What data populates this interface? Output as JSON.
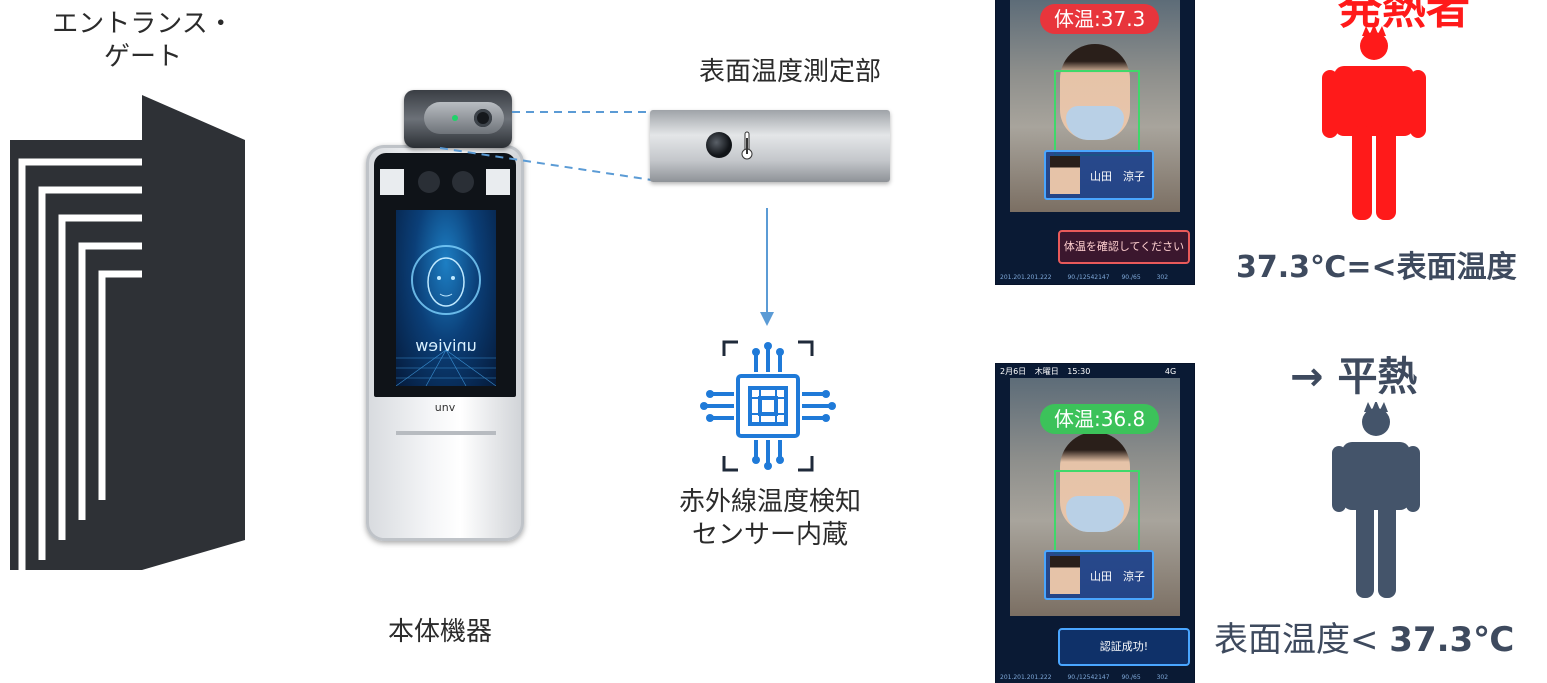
{
  "gate": {
    "label_line1": "エントランス・",
    "label_line2": "ゲート"
  },
  "device": {
    "label": "本体機器",
    "brand": "uniview",
    "bottom_logo": "unv"
  },
  "sensor": {
    "label": "表面温度測定部"
  },
  "chip": {
    "label_line1": "赤外線温度検知",
    "label_line2": "センサー内蔵"
  },
  "phone_fever": {
    "temp_label": "体温:",
    "temp_value": "37.3",
    "name": "山田　涼子",
    "message": "体温を確認してください",
    "footer_ip": "201.201.201.222",
    "footer_a": "90./12542147",
    "footer_b": "90./65",
    "footer_c": "302",
    "pill_color": "#e8353c"
  },
  "phone_normal": {
    "status_date": "2月6日",
    "status_day": "木曜日",
    "status_time": "15:30",
    "status_net": "4G",
    "temp_label": "体温:",
    "temp_value": "36.8",
    "name": "山田　涼子",
    "message": "認証成功!",
    "footer_ip": "201.201.201.222",
    "footer_a": "90./12542147",
    "footer_b": "90./65",
    "footer_c": "302",
    "pill_color": "#3cc25a"
  },
  "result_fever": {
    "heading": "発熱者",
    "condition_value": "37.3",
    "condition_rest": "℃=<表面温度",
    "person_color": "#ff1a1a"
  },
  "result_normal": {
    "heading": "→ 平熱",
    "condition_prefix": "表面温度< ",
    "condition_value": "37.3℃",
    "person_color": "#44546a"
  }
}
